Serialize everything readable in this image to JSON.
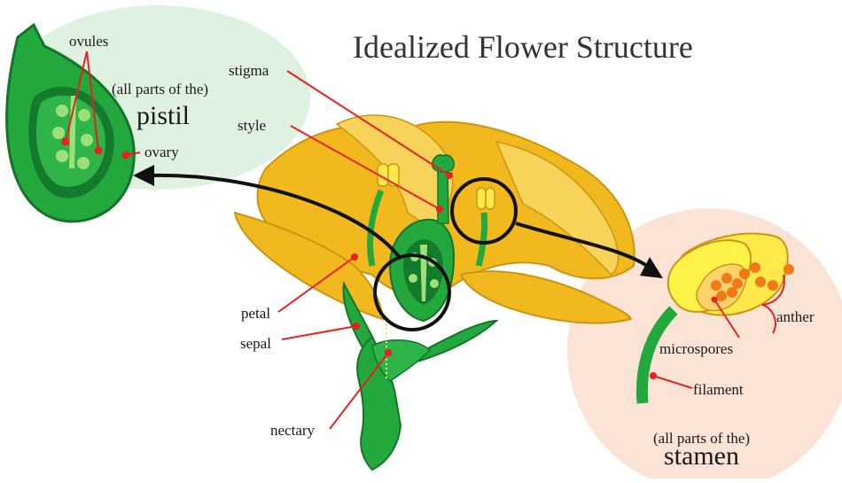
{
  "title": "Idealized Flower Structure",
  "labels": {
    "ovules": "ovules",
    "stigma": "stigma",
    "style": "style",
    "ovary": "ovary",
    "pistil_note": "(all parts of the)",
    "pistil": "pistil",
    "petal": "petal",
    "sepal": "sepal",
    "nectary": "nectary",
    "anther": "anther",
    "microspores": "microspores",
    "filament": "filament",
    "stamen_note": "(all parts of the)",
    "stamen": "stamen"
  },
  "colors": {
    "petal": "#f2b91e",
    "petal_light": "#f8d35a",
    "green": "#22a83c",
    "green_dark": "#14752a",
    "inner_green": "#3cc85a",
    "pollen": "#f07a18",
    "leader": "#e82020",
    "pistil_bg": "#dff2e2",
    "stamen_bg": "#fbe3d6"
  }
}
